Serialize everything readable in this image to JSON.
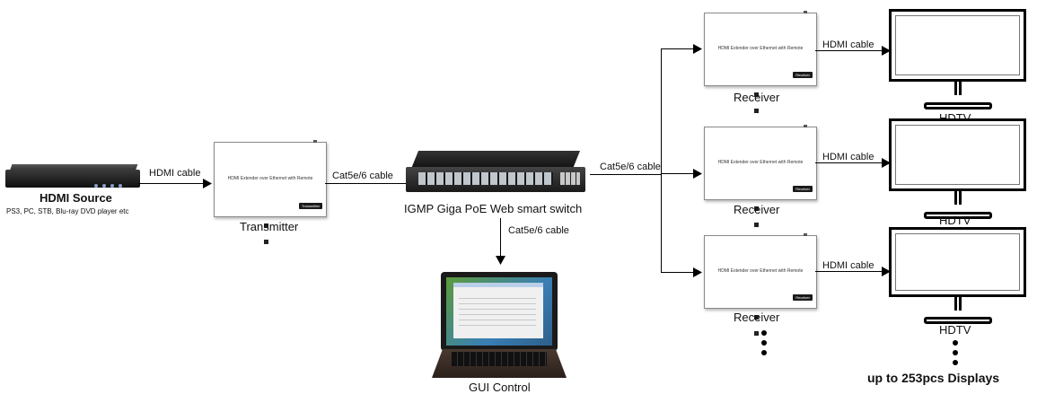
{
  "cables": {
    "hdmi": "HDMI cable",
    "cat": "Cat5e/6 cable"
  },
  "devices": {
    "source_name": "HDMI Source",
    "source_sub": "PS3, PC, STB, Blu-ray DVD player etc",
    "transmitter": "Transmitter",
    "switch": "IGMP Giga PoE Web smart switch",
    "gui": "GUI Control",
    "receiver": "Receiver",
    "hdtv": "HDTV"
  },
  "box_text": {
    "extender": "HDMI Extender over Ethernet with Remote",
    "tx_tag": "Transmitter",
    "rx_tag": "Receiver"
  },
  "footer": {
    "max_displays": "up to 253pcs Displays"
  }
}
